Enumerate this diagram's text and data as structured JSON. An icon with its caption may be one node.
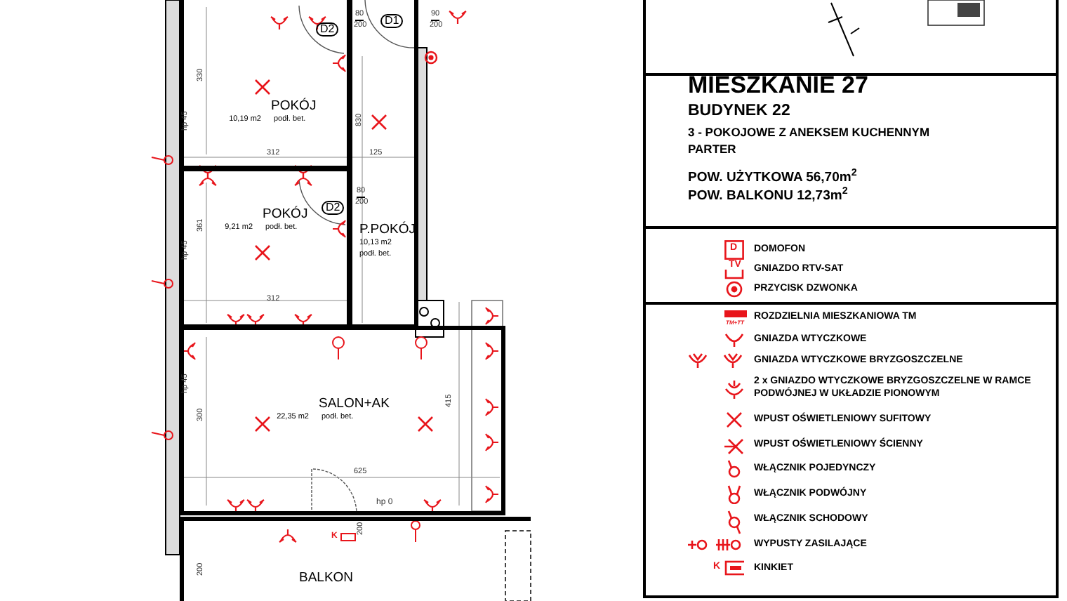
{
  "diagram": {
    "nodes": [
      {
        "text": [
          "POKÓJ",
          "10,19 m2",
          "podł. bet."
        ]
      },
      {
        "text": [
          "P.POKÓJ",
          "10,13 m2",
          "podł. bet."
        ]
      },
      {
        "text": [
          "POKÓJ",
          "9,21 m2",
          "podł. bet."
        ]
      },
      {
        "text": [
          "SALON+AK",
          "22,35 m2",
          "podł. bet."
        ]
      },
      {
        "text": [
          "BALKON"
        ]
      }
    ],
    "labels": [
      "D2",
      "80",
      "200",
      "D1",
      "90",
      "200",
      "330",
      "312",
      "125",
      "830",
      "hp 45",
      "D2",
      "80",
      "200",
      "361",
      "hp 45",
      "312",
      "hp 45",
      "300",
      "415",
      "625",
      "hp 0",
      "K",
      "200",
      "200",
      "MIESZKANIE 27",
      "BUDYNEK 22",
      "3 - POKOJOWE Z ANEKSEM KUCHENNYM",
      "PARTER",
      "POW. UŻYTKOWA 56,70m$^{2}$",
      "POW. BALKONU 12,73m$^{2}$",
      "D",
      "TV",
      "TM+TT",
      "K"
    ],
    "legend": [
      {
        "text": "DOMOFON"
      },
      {
        "text": "GNIAZDO RTV-SAT"
      },
      {
        "text": "PRZYCISK DZWONKA"
      },
      {
        "text": "ROZDZIELNIA MIESZKANIOWA TM"
      },
      {
        "text": "GNIAZDA WTYCZKOWE"
      },
      {
        "text": "GNIAZDA WTYCZKOWE BRYZGOSZCZELNE"
      },
      {
        "text": "2 x GNIAZDO WTYCZKOWE BRYZGOSZCZELNE W RAMCE PODWÓJNEJ W UKŁADZIE PIONOWYM"
      },
      {
        "text": "WPUST OŚWIETLENIOWY SUFITOWY"
      },
      {
        "text": "WPUST OŚWIETLENIOWY ŚCIENNY"
      },
      {
        "text": "WŁĄCZNIK POJEDYNCZY"
      },
      {
        "text": "WŁĄCZNIK PODWÓJNY"
      },
      {
        "text": "WŁĄCZNIK SCHODOWY"
      },
      {
        "text": "WYPUSTY ZASILAJĄCE"
      },
      {
        "text": "KINKIET"
      }
    ]
  }
}
